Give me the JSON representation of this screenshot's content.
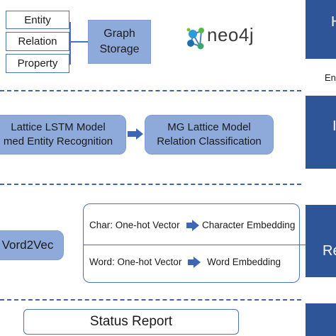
{
  "storage": {
    "items": [
      "Entity",
      "Relation",
      "Property"
    ],
    "graph_storage": [
      "Graph",
      "Storage"
    ],
    "logo_text": "neo4j",
    "side_label": "En"
  },
  "models": {
    "left_lines": [
      "Lattice LSTM Model",
      "med Entity Recognition"
    ],
    "right_lines": [
      "MG Lattice Model",
      "Relation Classification"
    ]
  },
  "embedding": {
    "word2vec": "Vord2Vec",
    "char_input": "Char: One-hot Vector",
    "char_output": "Character Embedding",
    "word_input": "Word: One-hot Vector",
    "word_output": "Word Embedding"
  },
  "right_column": {
    "block1": "H",
    "block2": "I",
    "block3": "Re"
  },
  "status": {
    "label": "Status Report"
  }
}
